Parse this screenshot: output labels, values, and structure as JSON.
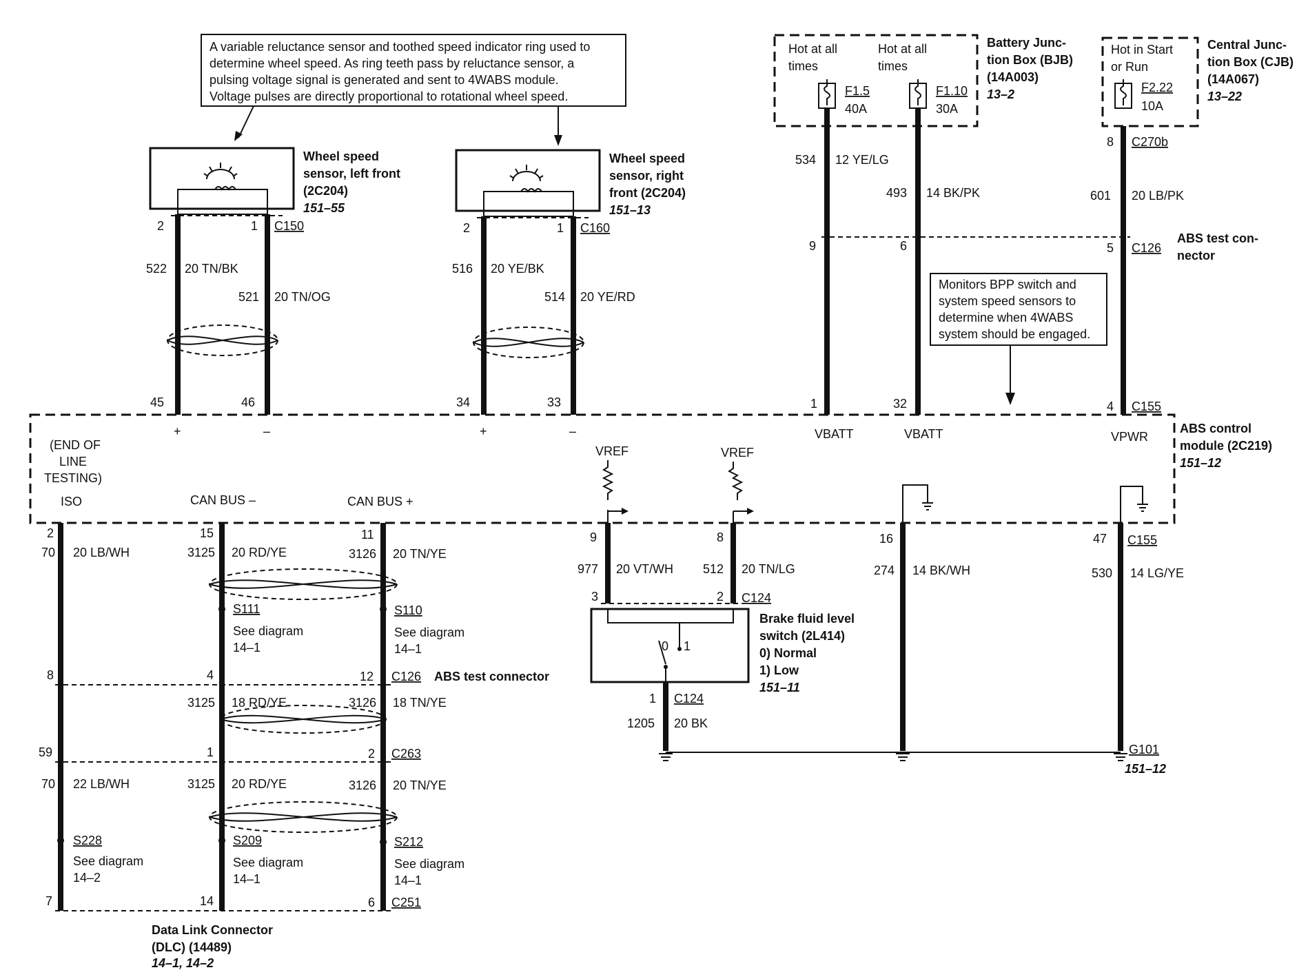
{
  "notes": {
    "wheel_sensor": [
      "A variable reluctance sensor and toothed speed indicator ring used to",
      "determine wheel speed. As ring teeth pass by reluctance sensor, a",
      "pulsing voltage signal is generated and sent to 4WABS module.",
      "Voltage pulses are directly proportional to rotational wheel speed."
    ],
    "module_monitor": [
      "Monitors BPP switch and",
      "system speed sensors to",
      "determine when 4WABS",
      "system should be engaged."
    ]
  },
  "components": {
    "wss_left": {
      "lines": [
        "Wheel speed",
        "sensor, left front",
        "(2C204)"
      ],
      "ref": "151–55"
    },
    "wss_right": {
      "lines": [
        "Wheel speed",
        "sensor, right",
        "front (2C204)"
      ],
      "ref": "151–13"
    },
    "bjb": {
      "lines": [
        "Battery Junc-",
        "tion Box (BJB)",
        "(14A003)"
      ],
      "ref": "13–2",
      "hot1": [
        "Hot at all",
        "times"
      ],
      "hot2": [
        "Hot at all",
        "times"
      ],
      "fuse1": {
        "id": "F1.5",
        "amp": "40A"
      },
      "fuse2": {
        "id": "F1.10",
        "amp": "30A"
      }
    },
    "cjb": {
      "lines": [
        "Central Junc-",
        "tion Box (CJB)",
        "(14A067)"
      ],
      "ref": "13–22",
      "hot": [
        "Hot in Start",
        "or Run"
      ],
      "fuse": {
        "id": "F2.22",
        "amp": "10A"
      }
    },
    "abs_test_top": {
      "lines": [
        "ABS test con-",
        "nector"
      ]
    },
    "abs_module": {
      "lines": [
        "ABS control",
        "module (2C219)"
      ],
      "ref": "151–12",
      "eol": [
        "(END OF",
        "LINE",
        "TESTING)"
      ]
    },
    "brake_switch": {
      "lines": [
        "Brake fluid level",
        "switch (2L414)",
        "0)    Normal",
        "1)    Low"
      ],
      "ref": "151–11",
      "pos0": "0",
      "pos1": "1"
    },
    "abs_test_mid": {
      "label": "ABS test connector"
    },
    "dlc": {
      "lines": [
        "Data Link Connector",
        "(DLC) (14489)"
      ],
      "ref": "14–1, 14–2"
    },
    "ground": {
      "label": "G101",
      "ref": "151–12"
    }
  },
  "signals": {
    "iso": "ISO",
    "can_minus": "CAN BUS –",
    "can_plus": "CAN BUS +",
    "vbatt1": "VBATT",
    "vbatt2": "VBATT",
    "vpwr": "VPWR",
    "vref1": "VREF",
    "vref2": "VREF",
    "plus": "+",
    "minus": "–"
  },
  "connectors": {
    "c150": "C150",
    "c160": "C160",
    "c270b": "C270b",
    "c126a": "C126",
    "c155a": "C155",
    "c155b": "C155",
    "c124a": "C124",
    "c124b": "C124",
    "c126b": "C126",
    "c263": "C263",
    "c251": "C251"
  },
  "pins": {
    "wl_2": "2",
    "wl_1": "1",
    "wl_45": "45",
    "wl_46": "46",
    "wr_2": "2",
    "wr_1": "1",
    "wr_34": "34",
    "wr_33": "33",
    "p9": "9",
    "p6": "6",
    "p5": "5",
    "p8": "8",
    "m1": "1",
    "m32": "32",
    "m4": "4",
    "iso2": "2",
    "cm15": "15",
    "cp11": "11",
    "t8": "8",
    "t4": "4",
    "t12": "12",
    "c59": "59",
    "c1": "1",
    "c2": "2",
    "d7": "7",
    "d14": "14",
    "d6": "6",
    "v9": "9",
    "v8": "8",
    "g16": "16",
    "g47": "47",
    "s3": "3",
    "s2": "2",
    "s1": "1"
  },
  "circuits": {
    "c522": {
      "num": "522",
      "wire": "20 TN/BK"
    },
    "c521": {
      "num": "521",
      "wire": "20 TN/OG"
    },
    "c516": {
      "num": "516",
      "wire": "20 YE/BK"
    },
    "c514": {
      "num": "514",
      "wire": "20 YE/RD"
    },
    "c534": {
      "num": "534",
      "wire": "12 YE/LG"
    },
    "c493": {
      "num": "493",
      "wire": "14 BK/PK"
    },
    "c601": {
      "num": "601",
      "wire": "20 LB/PK"
    },
    "c70a": {
      "num": "70",
      "wire": "20 LB/WH"
    },
    "c3125a": {
      "num": "3125",
      "wire": "20 RD/YE"
    },
    "c3126a": {
      "num": "3126",
      "wire": "20 TN/YE"
    },
    "c3125b": {
      "num": "3125",
      "wire": "18 RD/YE"
    },
    "c3126b": {
      "num": "3126",
      "wire": "18 TN/YE"
    },
    "c70b": {
      "num": "70",
      "wire": "22 LB/WH"
    },
    "c3125c": {
      "num": "3125",
      "wire": "20 RD/YE"
    },
    "c3126c": {
      "num": "3126",
      "wire": "20 TN/YE"
    },
    "c977": {
      "num": "977",
      "wire": "20 VT/WH"
    },
    "c512": {
      "num": "512",
      "wire": "20 TN/LG"
    },
    "c274": {
      "num": "274",
      "wire": "14 BK/WH"
    },
    "c530": {
      "num": "530",
      "wire": "14 LG/YE"
    },
    "c1205": {
      "num": "1205",
      "wire": "20 BK"
    }
  },
  "splices": {
    "s111": {
      "id": "S111",
      "see": "See diagram",
      "ref": "14–1"
    },
    "s110": {
      "id": "S110",
      "see": "See diagram",
      "ref": "14–1"
    },
    "s228": {
      "id": "S228",
      "see": "See diagram",
      "ref": "14–2"
    },
    "s209": {
      "id": "S209",
      "see": "See diagram",
      "ref": "14–1"
    },
    "s212": {
      "id": "S212",
      "see": "See diagram",
      "ref": "14–1"
    }
  }
}
